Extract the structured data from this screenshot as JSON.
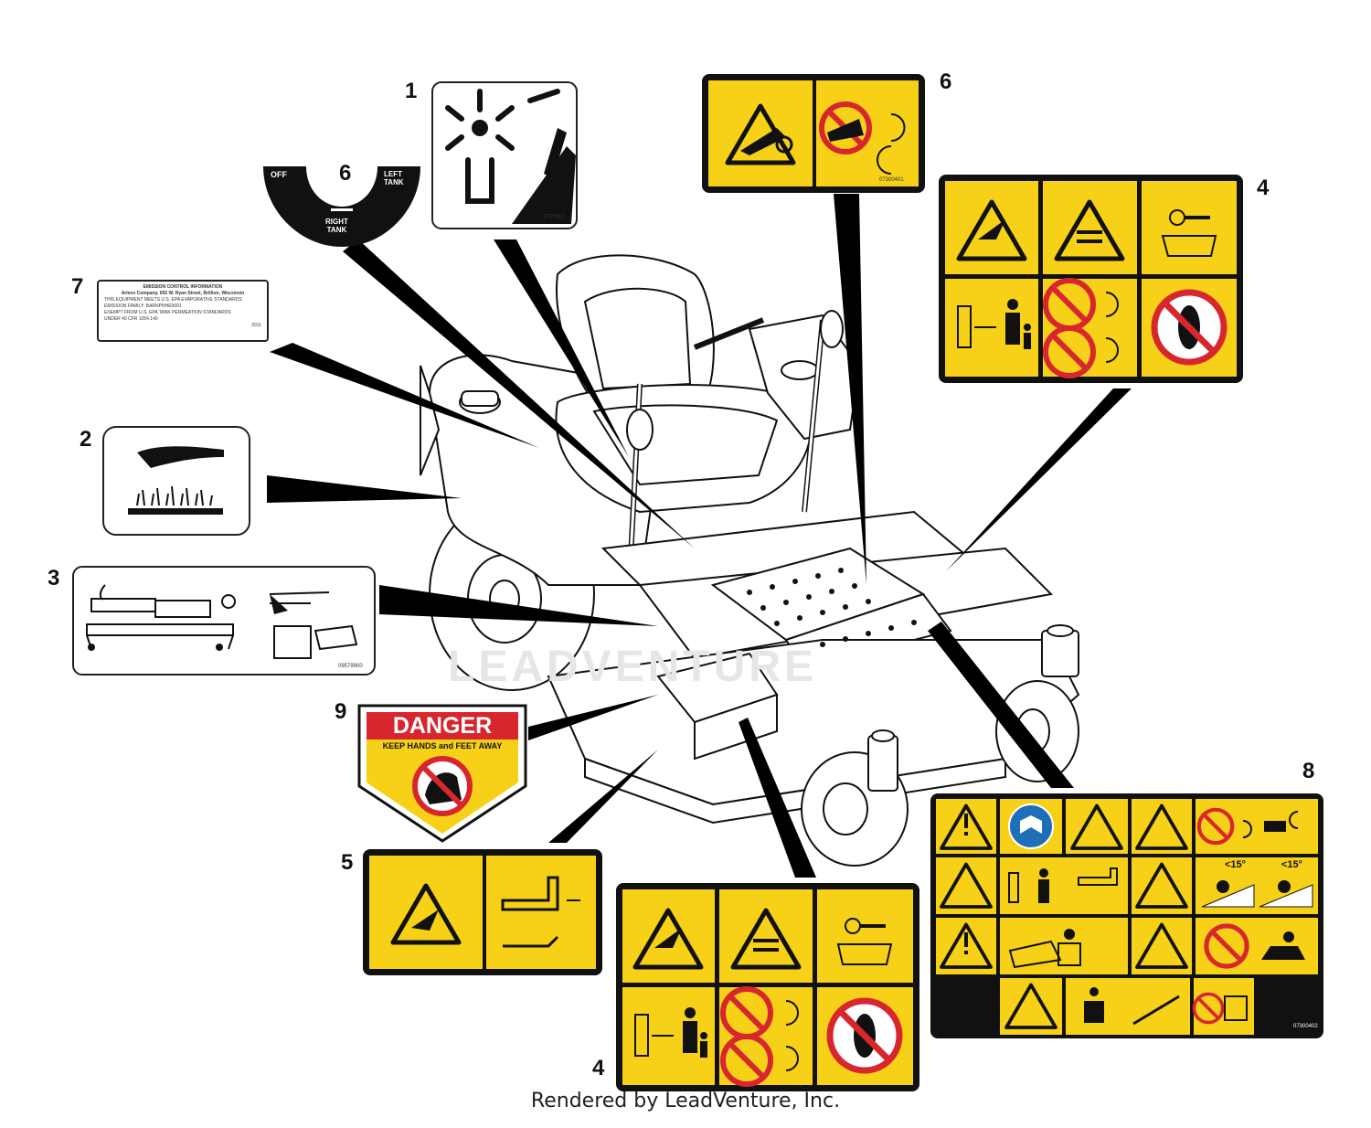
{
  "callouts": {
    "c1": "1",
    "c2": "2",
    "c3": "3",
    "c4a": "4",
    "c4b": "4",
    "c5": "5",
    "c6a": "6",
    "c6b": "6",
    "c7": "7",
    "c8": "8",
    "c9": "9"
  },
  "fuel_decal": {
    "off": "OFF",
    "left_tank": "LEFT\nTANK",
    "right_tank": "RIGHT\nTANK"
  },
  "danger_decal": {
    "title": "DANGER",
    "subtitle": "KEEP HANDS and FEET AWAY"
  },
  "emission_label": {
    "title": "EMISSION CONTROL INFORMATION",
    "line1": "Ariens Company, 655 W. Ryan Street, Brillion, Wisconsin",
    "line2": "THIS EQUIPMENT MEETS U.S. EPA EVAPORATIVE STANDARDS",
    "line3": "EMISSION FAMILY: BARNPNHE0001",
    "line4": "EXEMPT FROM U.S. EPA TANK PERMEATION STANDARDS",
    "line5": "UNDER 40 CFR 1054.140",
    "year": "2011"
  },
  "slope_labels": {
    "a": "<15°",
    "b": "<15°"
  },
  "part_numbers": {
    "decal1": "177562",
    "decal6": "07300401",
    "decal3": "09579900",
    "decal8": "07300402"
  },
  "watermark": "LEADVENTURE",
  "footer": "Rendered by LeadVenture, Inc.",
  "colors": {
    "decal_yellow": "#f7d117",
    "danger_red": "#d8262e",
    "mandatory_blue": "#1e6fb8",
    "outline": "#111111"
  }
}
